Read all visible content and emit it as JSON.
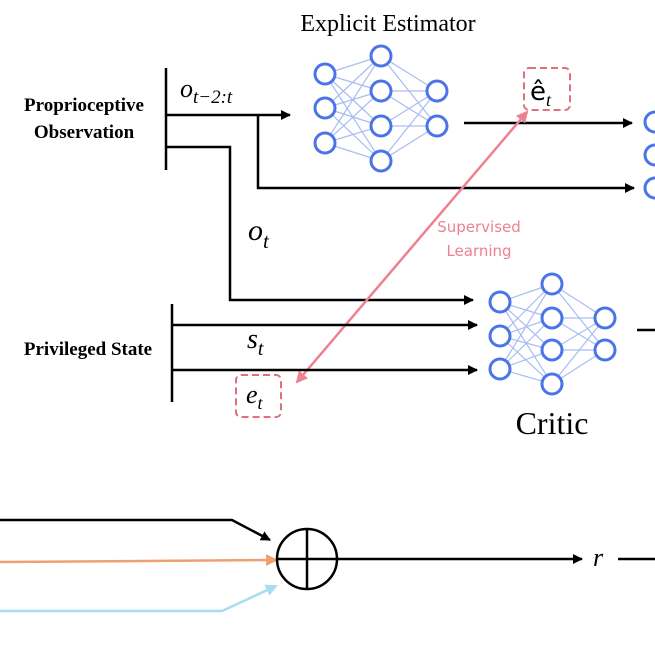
{
  "labels": {
    "estimator_title": "Explicit Estimator",
    "proprio_line1": "Proprioceptive",
    "proprio_line2": "Observation",
    "privileged": "Privileged State",
    "critic": "Critic",
    "supervised_line1": "Supervised",
    "supervised_line2": "Learning"
  },
  "math": {
    "o_hist_base": "o",
    "o_hist_sub": "t−2:t",
    "e_hat_base": "ê",
    "e_hat_sub": "t",
    "o_t_base": "o",
    "o_t_sub": "t",
    "s_t_base": "s",
    "s_t_sub": "t",
    "e_t_base": "e",
    "e_t_sub": "t",
    "r": "r"
  },
  "colors": {
    "node": "#4a74e8",
    "edge": "#a9bdf2",
    "supervised": "#ee8090",
    "dashed_box": "#e07080",
    "line_black": "#000000",
    "line_orange": "#f0a070",
    "line_blue": "#a8dcf0"
  }
}
